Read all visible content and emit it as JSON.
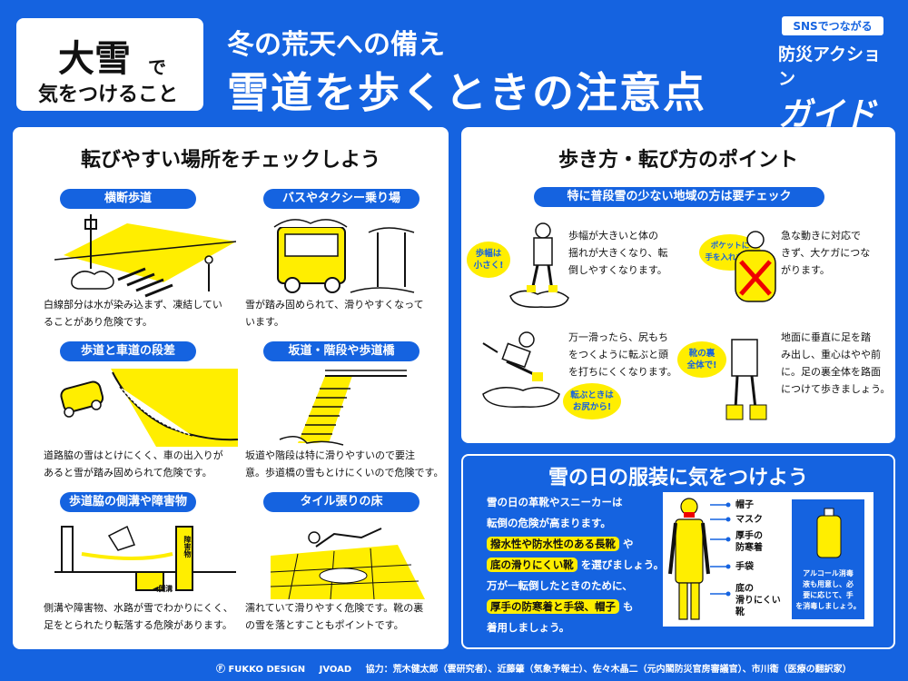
{
  "header": {
    "tag_big": "大雪",
    "tag_de": "で",
    "tag_sub": "気をつけること",
    "subtitle": "冬の荒天への備え",
    "title": "雪道を歩くときの注意点"
  },
  "logo": {
    "line1": "SNSでつながる",
    "line2": "防災アクション",
    "line3": "ガイド"
  },
  "left_panel": {
    "heading": "転びやすい場所をチェックしよう",
    "items": [
      {
        "label": "横断歩道",
        "desc1": "白線部分は水が染み込まず、凍結してい",
        "desc2": "ることがあり危険です。"
      },
      {
        "label": "バスやタクシー乗り場",
        "desc1": "雪が踏み固められて、滑りやすくなって",
        "desc2": "います。"
      },
      {
        "label": "歩道と車道の段差",
        "desc1": "道路脇の雪はとけにくく、車の出入りが",
        "desc2": "あると雪が踏み固められて危険です。"
      },
      {
        "label": "坂道・階段や歩道橋",
        "desc1": "坂道や階段は特に滑りやすいので要注",
        "desc2": "意。歩道橋の雪もとけにくいので危険です。"
      },
      {
        "label": "歩道脇の側溝や障害物",
        "desc1": "側溝や障害物、水路が雪でわかりにくく、",
        "desc2": "足をとられたり転落する危険があります。"
      },
      {
        "label": "タイル張りの床",
        "desc1": "濡れていて滑りやすく危険です。靴の裏",
        "desc2": "の雪を落とすこともポイントです。"
      }
    ],
    "sign_obstacle": "障害物",
    "sign_ditch": "◀側溝"
  },
  "walk_panel": {
    "heading": "歩き方・転び方のポイント",
    "banner": "特に普段雪の少ない地域の方は要チェック",
    "tips": [
      {
        "bubble": "歩幅は\n小さく!",
        "l1": "歩幅が大きいと体の",
        "l2": "揺れが大きくなり、転",
        "l3": "倒しやすくなります。"
      },
      {
        "bubble": "ポケットに\n手を入れない!",
        "l1": "急な動きに対応で",
        "l2": "きず、大ケガにつな",
        "l3": "がります。"
      },
      {
        "bubble": "転ぶときは\nお尻から!",
        "l1": "万一滑ったら、尻もち",
        "l2": "をつくように転ぶと頭",
        "l3": "を打ちにくくなります。"
      },
      {
        "bubble": "靴の裏\n全体で!",
        "l1": "地面に垂直に足を踏",
        "l2": "み出し、重心はやや前",
        "l3": "に。足の裏全体を路面",
        "l4": "につけて歩きましょう。"
      }
    ]
  },
  "clothing_panel": {
    "heading": "雪の日の服装に気をつけよう",
    "line1": "雪の日の革靴やスニーカーは",
    "line2": "転倒の危険が高まります。",
    "hl1": "撥水性や防水性のある長靴",
    "suffix1": "や",
    "hl2": "底の滑りにくい靴",
    "suffix2": "を選びましょう。",
    "line5": "万が一転倒したときのために、",
    "hl3": "厚手の防寒着と手袋、帽子",
    "suffix3": "も",
    "line7": "着用しましょう。",
    "labels": [
      "帽子",
      "マスク",
      "厚手の\n防寒着",
      "手袋",
      "底の\n滑りにくい\n靴"
    ],
    "alcohol": "アルコール消毒\n液も用意し、必\n要に応じて、手\nを消毒しましょう。"
  },
  "footer": {
    "brand1": "Ⓕ FUKKO DESIGN",
    "brand2": "JVOAD",
    "credits": "協力：荒木健太郎（雲研究者）、近藤肇（気象予報士）、佐々木晶二（元内閣防災官房審議官）、市川衛（医療の翻訳家）"
  }
}
